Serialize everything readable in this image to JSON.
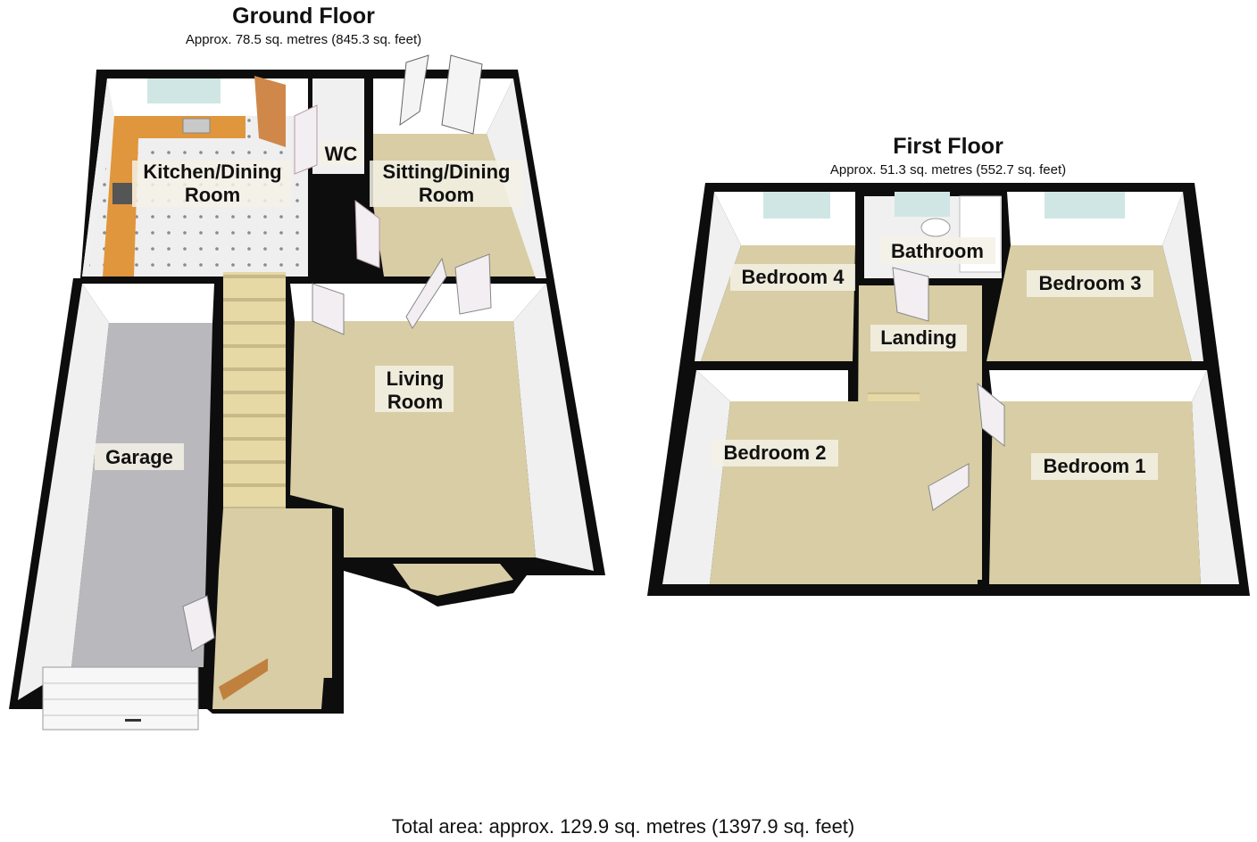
{
  "ground_floor": {
    "title": "Ground Floor",
    "area": "Approx. 78.5 sq. metres (845.3 sq. feet)",
    "rooms": {
      "kitchen_line1": "Kitchen/Dining",
      "kitchen_line2": "Room",
      "wc": "WC",
      "sitting_line1": "Sitting/Dining",
      "sitting_line2": "Room",
      "living_line1": "Living",
      "living_line2": "Room",
      "garage": "Garage"
    }
  },
  "first_floor": {
    "title": "First Floor",
    "area": "Approx. 51.3 sq. metres (552.7 sq. feet)",
    "rooms": {
      "bathroom": "Bathroom",
      "bedroom4": "Bedroom 4",
      "bedroom3": "Bedroom 3",
      "landing": "Landing",
      "bedroom2": "Bedroom 2",
      "bedroom1": "Bedroom 1"
    }
  },
  "total": "Total area: approx. 129.9 sq. metres (1397.9 sq. feet)",
  "colors": {
    "wall": "#0d0d0d",
    "carpet": "#d8cda4",
    "garage_floor": "#b9b9bd",
    "kitchen_floor": "#efefef",
    "worktop": "#e0963c",
    "glass": "#cfe6e4",
    "door": "#f2eef2"
  }
}
